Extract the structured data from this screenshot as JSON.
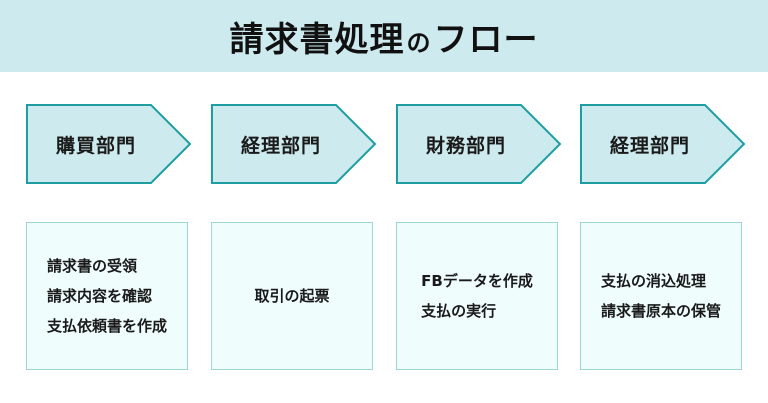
{
  "title": {
    "main": "請求書処理",
    "particle": "の",
    "tail": "フロー"
  },
  "colors": {
    "title_band": "#cdeaee",
    "arrow_fill": "#cdeaee",
    "arrow_stroke": "#1f9ea1",
    "box_fill": "#f0fdfd",
    "box_border": "#9fd6d8"
  },
  "steps": [
    {
      "department": "購買部門",
      "tasks": [
        "請求書の受領",
        "請求内容を確認",
        "支払依頼書を作成"
      ]
    },
    {
      "department": "経理部門",
      "tasks": [
        "取引の起票"
      ]
    },
    {
      "department": "財務部門",
      "tasks": [
        "FBデータを作成",
        "支払の実行"
      ]
    },
    {
      "department": "経理部門",
      "tasks": [
        "支払の消込処理",
        "請求書原本の保管"
      ]
    }
  ]
}
